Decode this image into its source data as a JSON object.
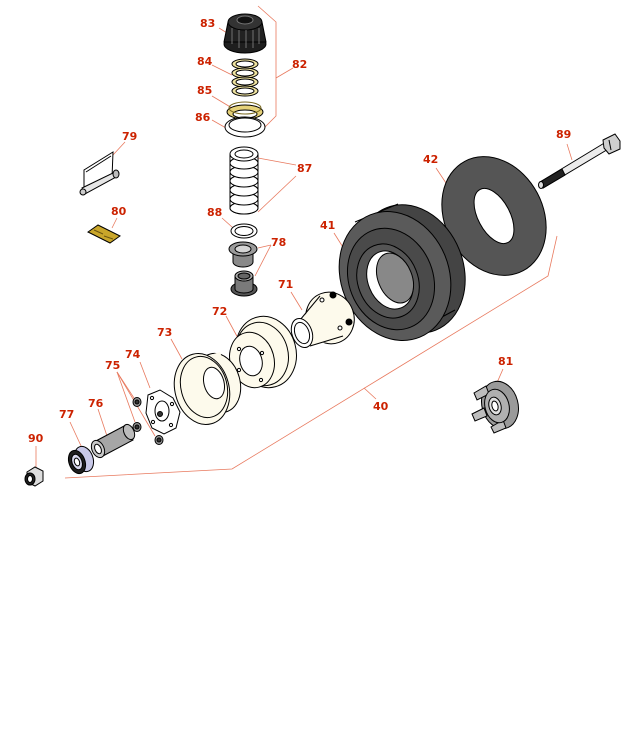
{
  "colors": {
    "callout_text": "#cc2200",
    "leader_line": "#e8795e",
    "tire": "#555555",
    "rim": "#fdfaec",
    "spring": "#e6d27a",
    "hardware": "#8a8a8a",
    "washer": "#c9c9e8"
  },
  "callouts": {
    "c40": "40",
    "c41": "41",
    "c42": "42",
    "c71": "71",
    "c72": "72",
    "c73": "73",
    "c74": "74",
    "c75": "75",
    "c76": "76",
    "c77": "77",
    "c78": "78",
    "c79": "79",
    "c80": "80",
    "c81": "81",
    "c82": "82",
    "c83": "83",
    "c84": "84",
    "c85": "85",
    "c86": "86",
    "c87": "87",
    "c88": "88",
    "c89": "89",
    "c90": "90"
  }
}
